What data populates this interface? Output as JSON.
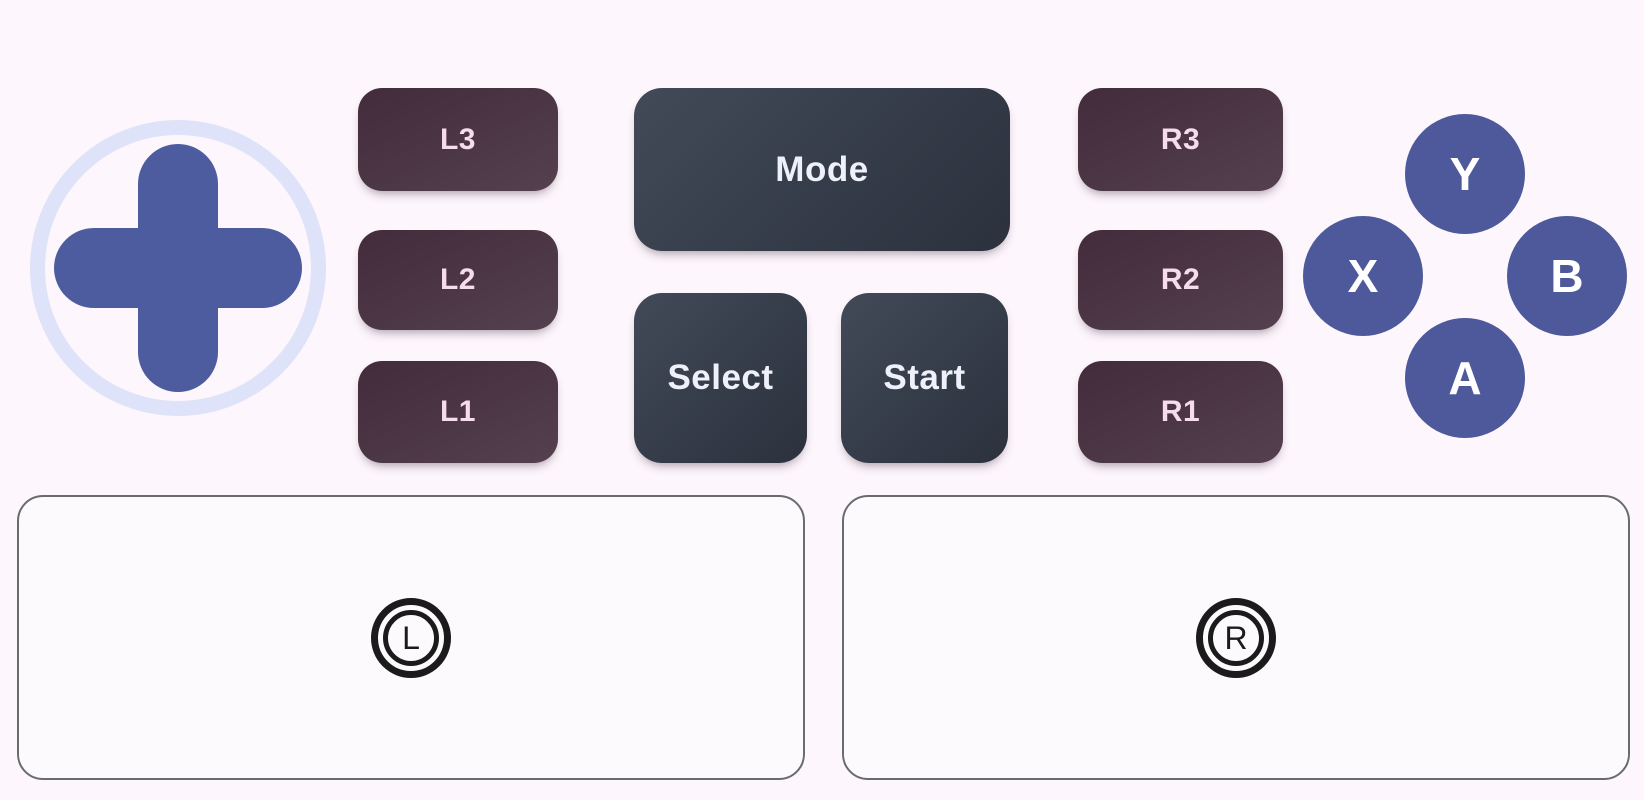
{
  "colors": {
    "background": "#fdf6fc",
    "dpad_cross": "#4d5c9e",
    "dpad_ring": "#dee3f9",
    "shoulder_button_gradient_start": "#432c3b",
    "shoulder_button_gradient_end": "#533f4d",
    "shoulder_button_text": "#f6dcec",
    "system_button_gradient_start": "#424a58",
    "system_button_gradient_end": "#2b313d",
    "system_button_text": "#eef0fa",
    "face_button_fill": "#4d599b",
    "face_button_text": "#ffffff",
    "touchpad_border": "#6a6b6f",
    "stick_icon_color": "#1b1b1b"
  },
  "buttons": {
    "left_shoulder": [
      {
        "label": "L3"
      },
      {
        "label": "L2"
      },
      {
        "label": "L1"
      }
    ],
    "system": [
      {
        "label": "Mode"
      },
      {
        "label": "Select"
      },
      {
        "label": "Start"
      }
    ],
    "right_shoulder": [
      {
        "label": "R3"
      },
      {
        "label": "R2"
      },
      {
        "label": "R1"
      }
    ],
    "face": [
      {
        "label": "Y"
      },
      {
        "label": "X"
      },
      {
        "label": "B"
      },
      {
        "label": "A"
      }
    ]
  },
  "touchpads": [
    {
      "icon_letter": "L"
    },
    {
      "icon_letter": "R"
    }
  ]
}
